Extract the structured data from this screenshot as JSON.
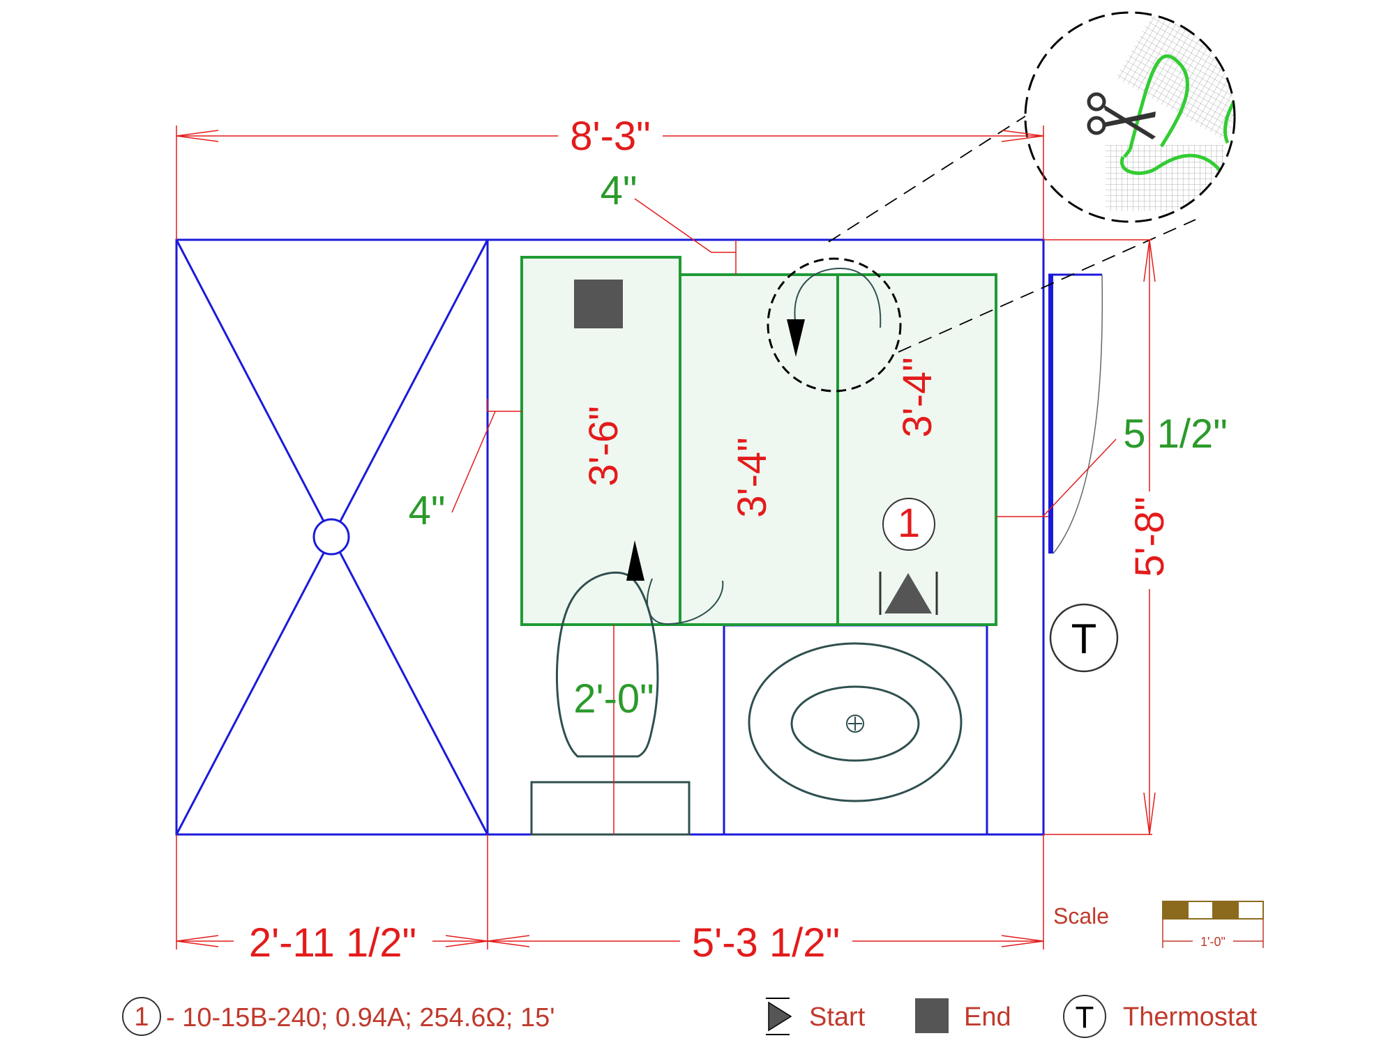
{
  "dimensions": {
    "overall_width": "8'-3\"",
    "left_width": "2'-11 1/2\"",
    "right_width": "5'-3 1/2\"",
    "overall_height": "5'-8\"",
    "spacing_top": "4\"",
    "spacing_left": "4\"",
    "spacing_right": "5 1/2\"",
    "toilet_clearance": "2'-0\""
  },
  "mats": [
    {
      "length": "3'-6\""
    },
    {
      "length": "3'-4\""
    },
    {
      "length": "3'-4\""
    }
  ],
  "markers": {
    "circuit_number": "1",
    "thermostat_letter": "T"
  },
  "scale": {
    "label": "Scale",
    "unit": "1'-0\""
  },
  "legend": {
    "circuit_number": "1",
    "circuit_spec": "- 10-15B-240; 0.94A; 254.6Ω; 15'",
    "start_label": "Start",
    "end_label": "End",
    "thermostat_symbol": "T",
    "thermostat_label": "Thermostat"
  },
  "colors": {
    "wall": "#1a1adb",
    "mat_fill": "#eef8f1",
    "mat_stroke": "#1f9a35",
    "dimension": "#e31b1b",
    "fixture": "#2f4f4f",
    "cable": "#33cc33",
    "scale_brown": "#8b6a1e"
  }
}
